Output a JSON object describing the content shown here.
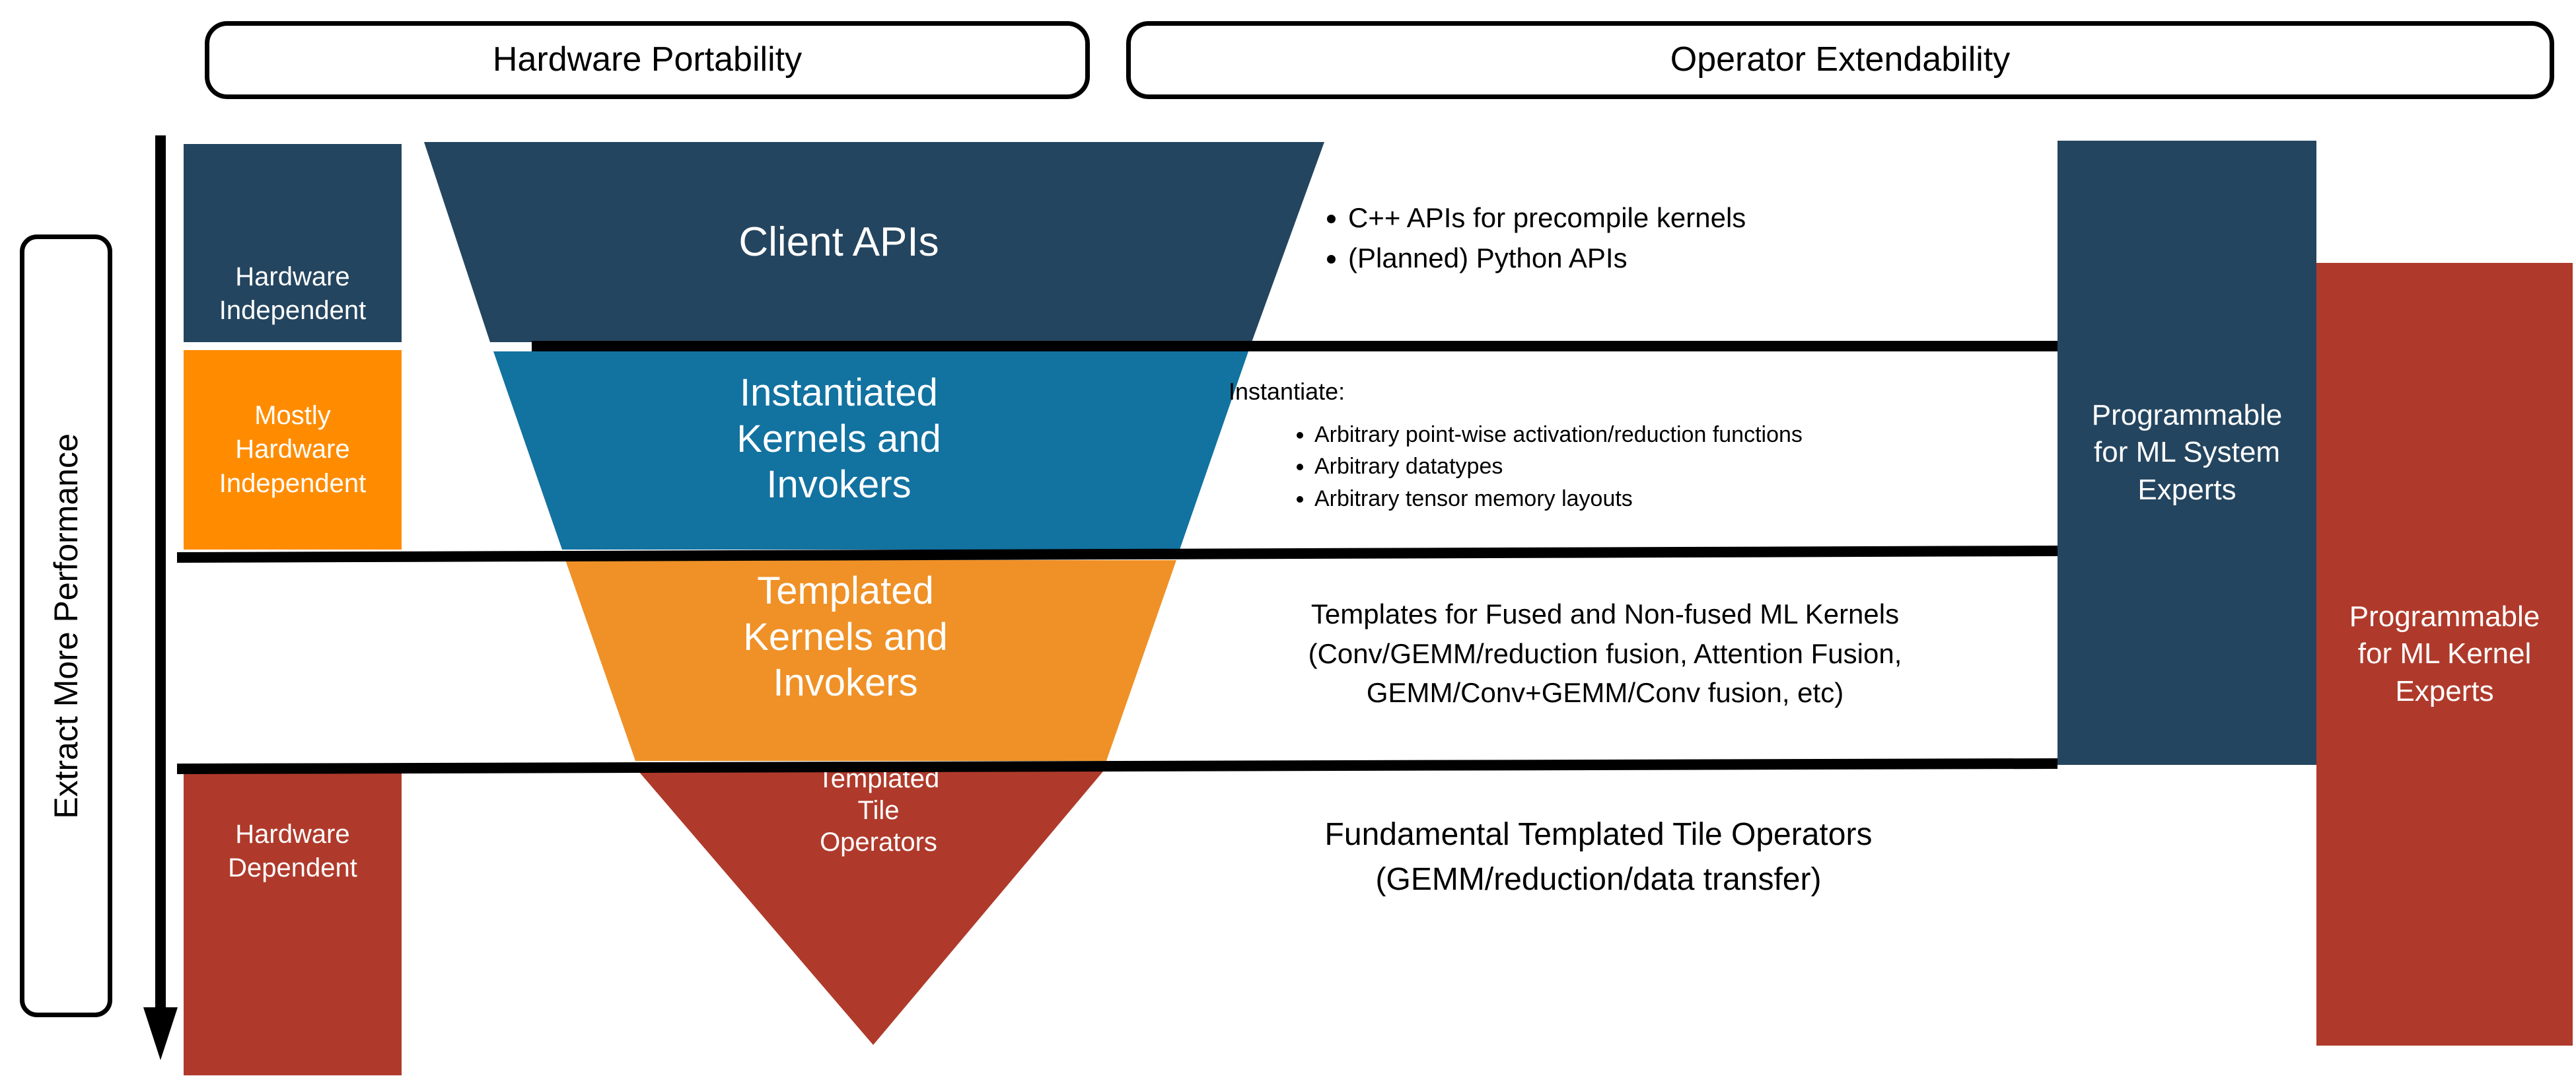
{
  "headers": {
    "left": "Hardware Portability",
    "right": "Operator Extendability"
  },
  "axis": {
    "label": "Extract More Performance",
    "arrow_direction": "down"
  },
  "status_column": {
    "items": [
      {
        "label": "Hardware\nIndependent",
        "color": "#24455F"
      },
      {
        "label": "Mostly\nHardware\nIndependent",
        "color": "#FF8C00"
      },
      {
        "label": "Hardware\nDependent",
        "color": "#AF3A2B"
      }
    ],
    "hardware_independent": "Hardware Independent",
    "mostly_hardware_independent": "Mostly Hardware Independent",
    "hardware_dependent": "Hardware Dependent"
  },
  "funnel": {
    "layers": [
      {
        "name": "Client APIs",
        "color": "#24455F"
      },
      {
        "name": "Instantiated Kernels and Invokers",
        "color": "#1272A0"
      },
      {
        "name": "Templated Kernels and Invokers",
        "color": "#EF9127"
      },
      {
        "name": "Templated Tile Operators",
        "color": "#AF3A2B"
      }
    ],
    "client_apis": "Client APIs",
    "instantiated_kernels": "Instantiated Kernels and Invokers",
    "templated_kernels": "Templated Kernels and Invokers",
    "templated_tile_operators": "Templated Tile Operators"
  },
  "descriptions": {
    "client_apis_bullets": [
      "C++ APIs for precompile kernels",
      "(Planned) Python APIs"
    ],
    "instantiated_lead": "Instantiate:",
    "instantiated_bullets": [
      "Arbitrary point-wise activation/reduction functions",
      "Arbitrary datatypes",
      "Arbitrary tensor memory layouts"
    ],
    "templated_text": "Templates for Fused and Non-fused ML Kernels (Conv/GEMM/reduction fusion, Attention Fusion, GEMM/Conv+GEMM/Conv fusion, etc)",
    "fundamental_text": "Fundamental Templated Tile Operators (GEMM/reduction/data transfer)"
  },
  "audience": {
    "ml_system_experts": "Programmable for ML System Experts",
    "ml_kernel_experts": "Programmable for ML Kernel Experts"
  },
  "colors": {
    "navy": "#24455F",
    "blue": "#1272A0",
    "orange_funnel": "#EF9127",
    "orange_sidebar": "#FF8C00",
    "red": "#AF3A2B",
    "line": "#000000",
    "background": "#FFFFFF"
  }
}
